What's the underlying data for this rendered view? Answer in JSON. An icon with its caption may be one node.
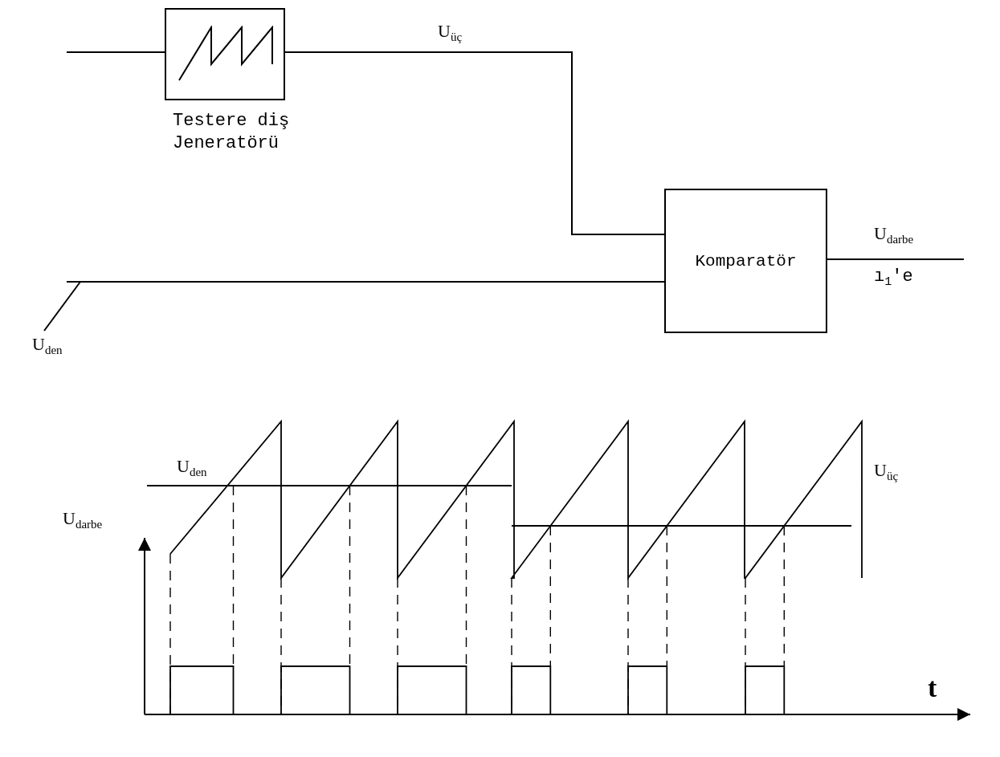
{
  "diagram": {
    "nodes": [
      {
        "text": [
          "Testere diş Jeneratörü"
        ]
      },
      {
        "text": [
          "Komparatör"
        ]
      }
    ],
    "edges": [
      {
        "from": null,
        "to": 0,
        "arrow": "none"
      },
      {
        "from": 0,
        "to": 1,
        "arrow": "none",
        "label": "U$_{üç}$"
      },
      {
        "from": null,
        "to": 1,
        "arrow": "none",
        "label": "U$_{den}$"
      },
      {
        "from": 1,
        "to": null,
        "arrow": "none",
        "label": "U$_{darbe}$"
      }
    ],
    "labels": [
      "ı$_{1}$'e",
      "U$_{den}$",
      "U$_{üç}$",
      "U$_{darbe}$",
      "t"
    ]
  }
}
